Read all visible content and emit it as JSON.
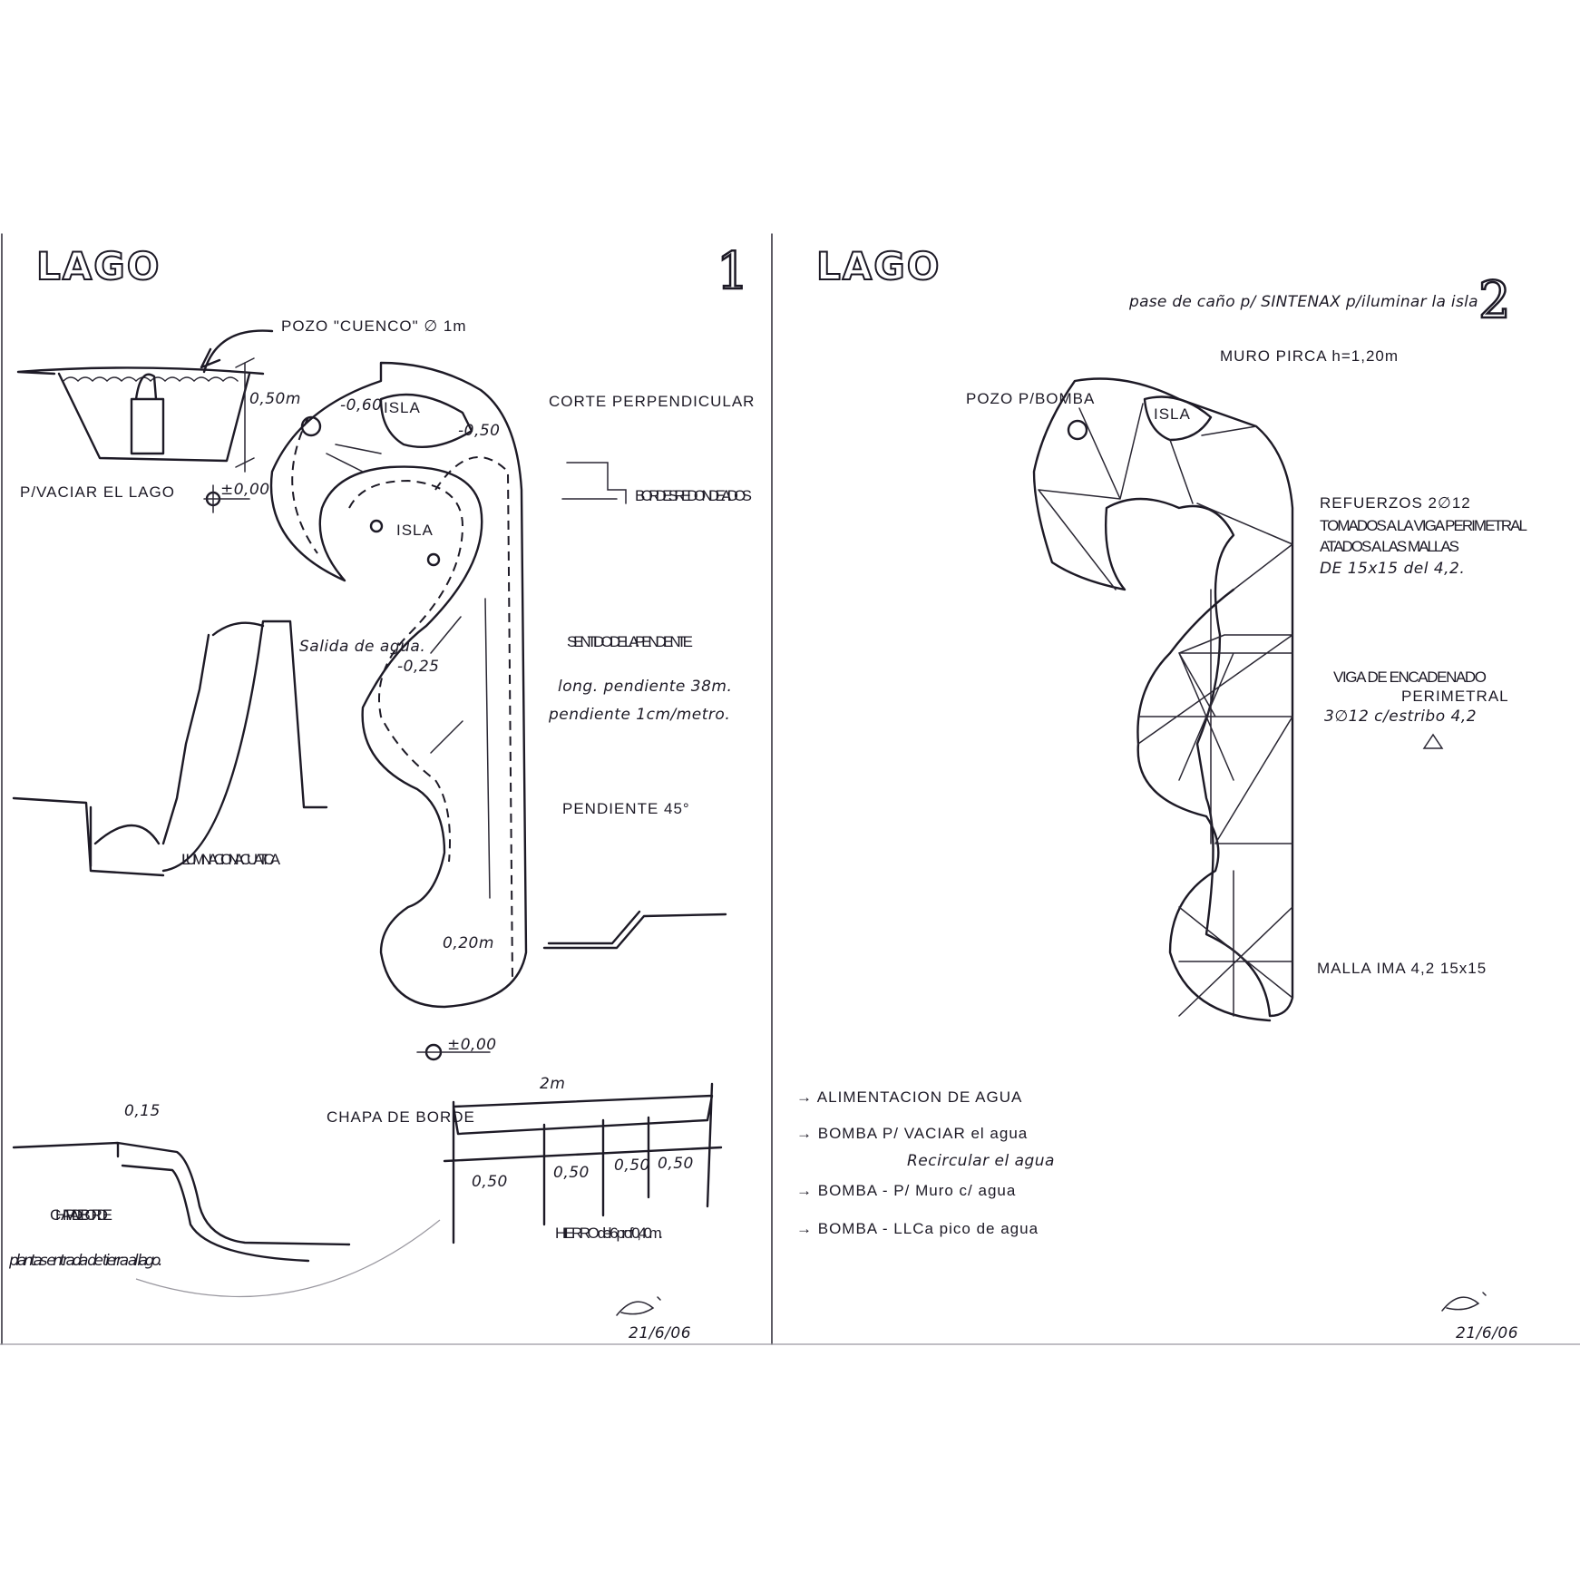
{
  "sheet1": {
    "title": "LAGO",
    "page_number": "1",
    "labels": {
      "pozo": "POZO \"CUENCO\" ∅ 1m",
      "depth_050": "0,50m",
      "vaciar": "P/VACIAR EL LAGO",
      "level_000_top": "±0,00",
      "level_060": "-0,60",
      "isla_top": "ISLA",
      "level_050": "-0,50",
      "corte": "CORTE PERPENDICULAR",
      "bordes": "BORDES REDONDEADOS",
      "isla_main": "ISLA",
      "salida": "Salida de agua.",
      "level_025": "-0,25",
      "sentido": "SENTIDO DE LA PENDIENTE",
      "long_pendiente": "long. pendiente 38m.",
      "pendiente_rate": "pendiente 1cm/metro.",
      "pendiente_45": "PENDIENTE 45°",
      "iluminacion": "ILUMINACION ACUATICA",
      "level_020": "0,20m",
      "level_000_bottom": "±0,00",
      "dim_015": "0,15",
      "dim_2m": "2m",
      "chapa_borde_right": "CHAPA DE BORDE",
      "dim_050_a": "0,50",
      "dim_050_b": "0,50",
      "dim_050_c": "0,50",
      "dim_050_d": "0,50",
      "hierro": "HIERRO del 6 prof 0,40m.",
      "chapa_borde_left": "CHAPA DE BORDE",
      "plantas": "plantas entrada de tierra al lago.",
      "date": "21/6/06"
    }
  },
  "sheet2": {
    "title": "LAGO",
    "page_number": "2",
    "labels": {
      "pase_cano": "pase de caño p/ SINTENAX p/iluminar la isla",
      "muro_pirca": "MURO PIRCA h=1,20m",
      "pozo_bomba": "POZO P/BOMBA",
      "isla": "ISLA",
      "refuerzos": "REFUERZOS 2∅12",
      "refuerzos_2": "TOMADOS A LA VIGA PERIMETRAL",
      "refuerzos_3": "ATADOS A LAS MALLAS",
      "refuerzos_4": "DE 15x15 del 4,2.",
      "viga": "VIGA DE ENCADENADO",
      "viga_2": "PERIMETRAL",
      "viga_3": "3∅12 c/estribo 4,2",
      "malla": "MALLA IMA 4,2 15x15",
      "date": "21/6/06"
    },
    "notes": [
      "ALIMENTACION DE AGUA",
      "BOMBA P/ VACIAR el agua",
      "Recircular el agua",
      "BOMBA - P/ Muro c/ agua",
      "BOMBA - LLCa pico de agua"
    ]
  }
}
